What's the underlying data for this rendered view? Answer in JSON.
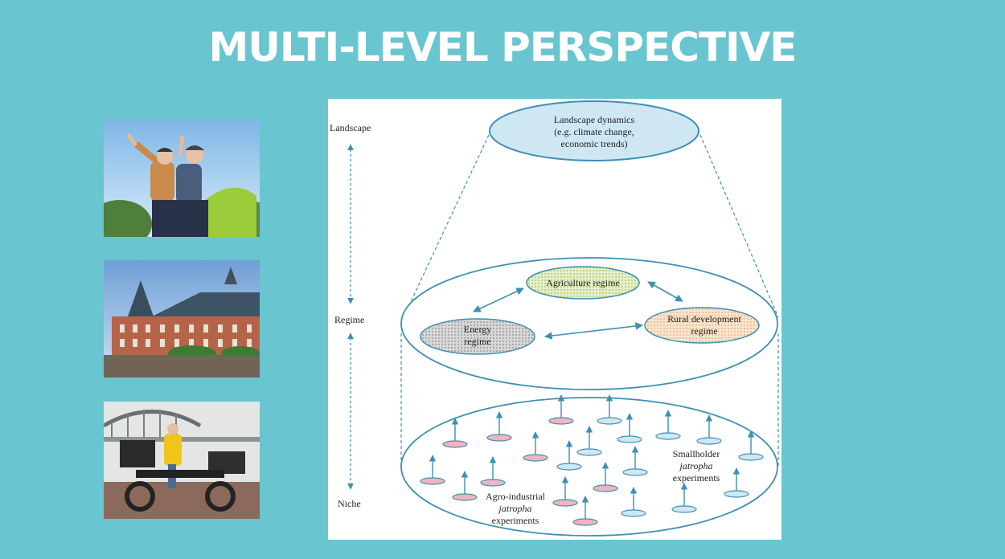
{
  "slide": {
    "title": "MULTI-LEVEL PERSPECTIVE"
  },
  "photos": [
    {
      "name": "seniors-on-scooter-photo"
    },
    {
      "name": "dutch-parliament-building-photo"
    },
    {
      "name": "cargo-tricycle-courier-photo"
    }
  ],
  "diagram": {
    "levels": {
      "landscape": "Landscape",
      "regime": "Regime",
      "niche": "Niche"
    },
    "landscape": {
      "line1": "Landscape dynamics",
      "line2": "(e.g. climate change,",
      "line3": "economic trends)"
    },
    "regimes": {
      "agriculture": "Agriculture regime",
      "energy_line1": "Energy",
      "energy_line2": "regime",
      "rural_line1": "Rural development",
      "rural_line2": "regime"
    },
    "niches": {
      "agro_line1": "Agro-industrial",
      "agro_line2": "jatropha",
      "agro_line3": "experiments",
      "small_line1": "Smallholder",
      "small_line2": "jatropha",
      "small_line3": "experiments"
    },
    "colors": {
      "line": "#3d8fb5",
      "pink": "#f3b3c0",
      "blue": "#cfe7f3",
      "green": "#dcebb8",
      "gray": "#c9c9c9",
      "orange": "#f6dcc2"
    }
  }
}
